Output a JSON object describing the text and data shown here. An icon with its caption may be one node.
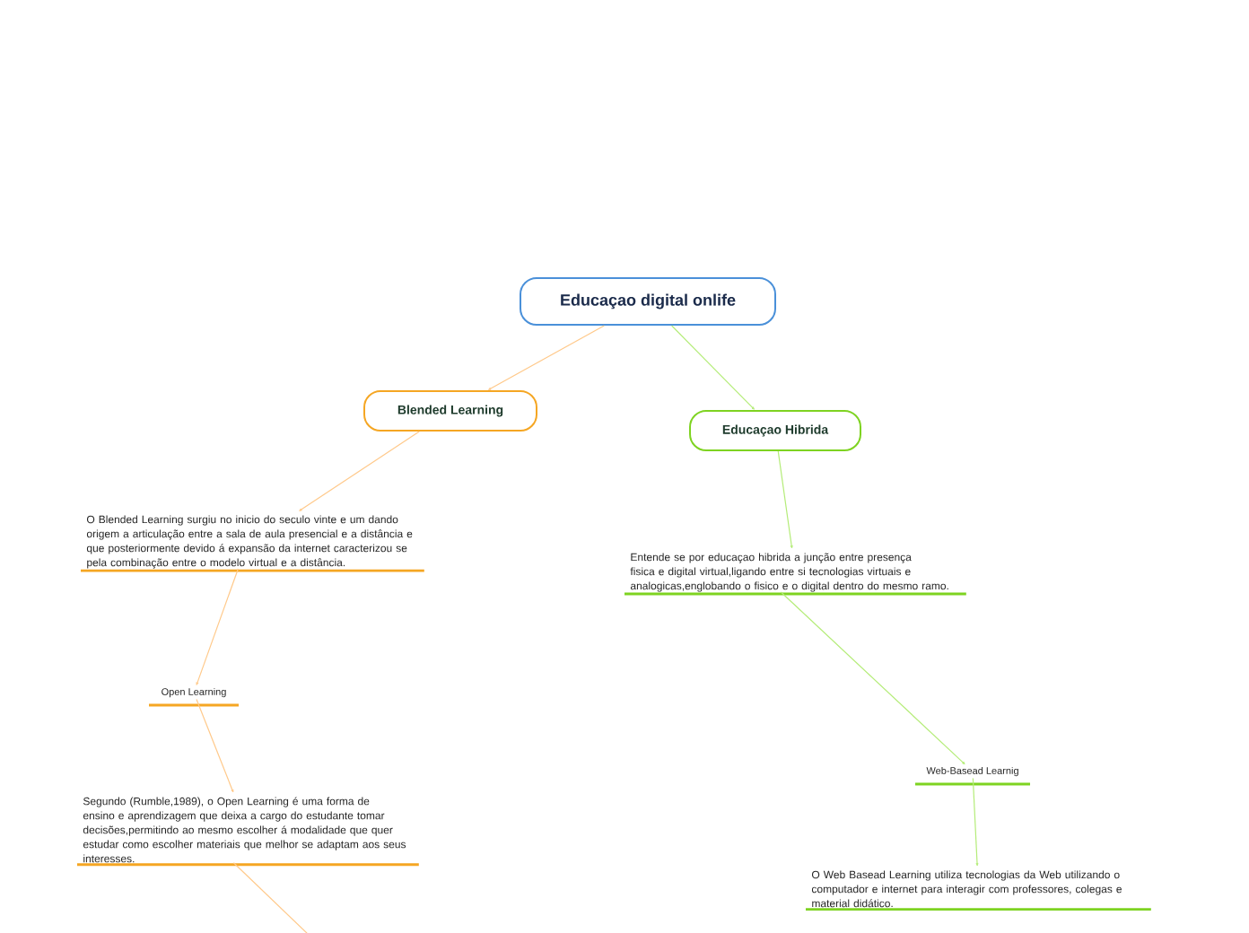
{
  "diagram": {
    "nodes": [
      {
        "text": [
          "Educaçao digital onlife"
        ]
      },
      {
        "text": [
          "Blended Learning"
        ]
      },
      {
        "text": [
          "Educaçao Hibrida"
        ]
      },
      {
        "text": [
          "O Blended Learning surgiu no inicio do seculo vinte e um dando origem a articulação entre a sala de aula presencial e a distância e que posteriormente devido á expansão da internet caracterizou se pela combinação entre o modelo virtual e a distância."
        ]
      },
      {
        "text": [
          "Open Learning"
        ]
      },
      {
        "text": [
          "Segundo (Rumble,1989), o Open Learning é uma forma de ensino e aprendizagem que deixa a cargo do estudante tomar decisões,permitindo ao mesmo escolher  á modalidade que quer estudar como escolher materiais que melhor se adaptam aos seus interesses."
        ]
      },
      {
        "text": [
          "Entende se por educaçao hibrida a junção entre presença fisica e digital virtual,ligando entre si tecnologias virtuais e analogicas,englobando o fisico e o digital dentro do mesmo ramo."
        ]
      },
      {
        "text": [
          "Web-Basead Learnig"
        ]
      },
      {
        "text": [
          "O Web Basead Learning utiliza tecnologias da Web utilizando o computador e internet para interagir com professores, colegas e material  didático."
        ]
      }
    ],
    "edges": [
      {
        "from": 0,
        "to": 1,
        "arrow": "to"
      },
      {
        "from": 0,
        "to": 2,
        "arrow": "to",
        "color": "#b4ec78"
      },
      {
        "from": 1,
        "to": 3,
        "arrow": "to"
      },
      {
        "from": 3,
        "to": 4,
        "arrow": "to"
      },
      {
        "from": 4,
        "to": 5,
        "arrow": "to"
      },
      {
        "from": 5,
        "to": null,
        "arrow": "none"
      },
      {
        "from": 2,
        "to": 6,
        "arrow": "to",
        "color": "#b4ec78"
      },
      {
        "from": 6,
        "to": 7,
        "arrow": "to",
        "color": "#b4ec78"
      },
      {
        "from": 7,
        "to": 8,
        "arrow": "to",
        "color": "#b4ec78"
      }
    ]
  }
}
